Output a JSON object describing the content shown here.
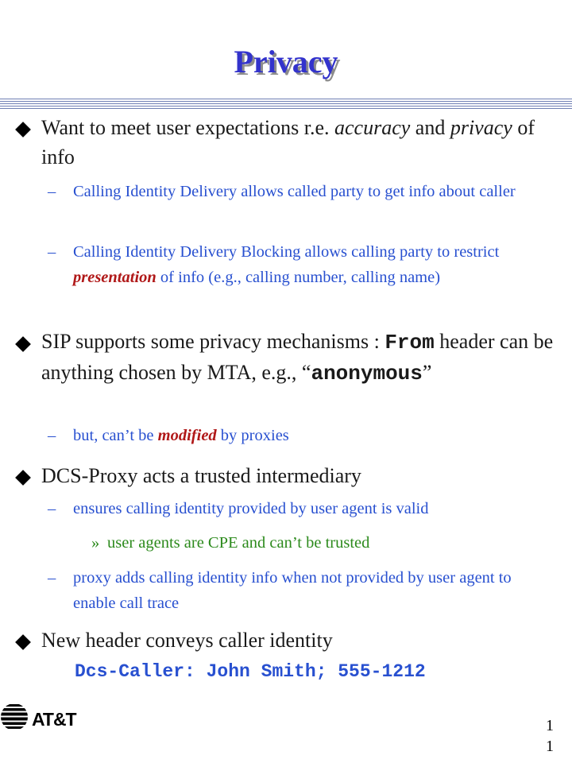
{
  "slide": {
    "title": "Privacy",
    "page_number_line1": "1",
    "page_number_line2": "1",
    "logo_text": "AT&T"
  },
  "bullets": {
    "b1": {
      "text_part1": "Want to meet user expectations r.e. ",
      "text_em1": "accuracy",
      "text_part2": " and ",
      "text_em2": "privacy",
      "text_part3": " of info",
      "sub1": {
        "dash": "–",
        "text": "Calling Identity Delivery allows called party to get info about caller"
      },
      "sub2": {
        "dash": "–",
        "text_part1": "Calling Identity Delivery Blocking allows calling party to restrict ",
        "text_em": "presentation",
        "text_part2": " of info (e.g., calling number, calling name)"
      }
    },
    "b2": {
      "text_part1": "SIP supports some privacy mechanisms : ",
      "text_code1": "From",
      "text_part2": " header can be anything chosen by MTA, e.g., “",
      "text_code2": "anonymous",
      "text_part3": "”",
      "sub1": {
        "dash": "–",
        "text_part1": "but, can’t be ",
        "text_em": "modified",
        "text_part2": " by proxies"
      }
    },
    "b3": {
      "text": "DCS-Proxy acts a trusted intermediary",
      "sub1": {
        "dash": "–",
        "text": "ensures calling identity provided by user agent is valid"
      },
      "subsub1": {
        "dash": "»",
        "text": "user agents are CPE and can’t be trusted"
      },
      "sub2": {
        "dash": "–",
        "text": "proxy adds calling identity info when not provided by user agent to enable call trace"
      }
    },
    "b4": {
      "text": "New header conveys caller identity",
      "code": "Dcs-Caller: John Smith; 555-1212"
    }
  },
  "colors": {
    "title": "#3333cc",
    "subbullet": "#2850d0",
    "subsubbullet": "#2c8a1c",
    "emphasis": "#b01818"
  }
}
